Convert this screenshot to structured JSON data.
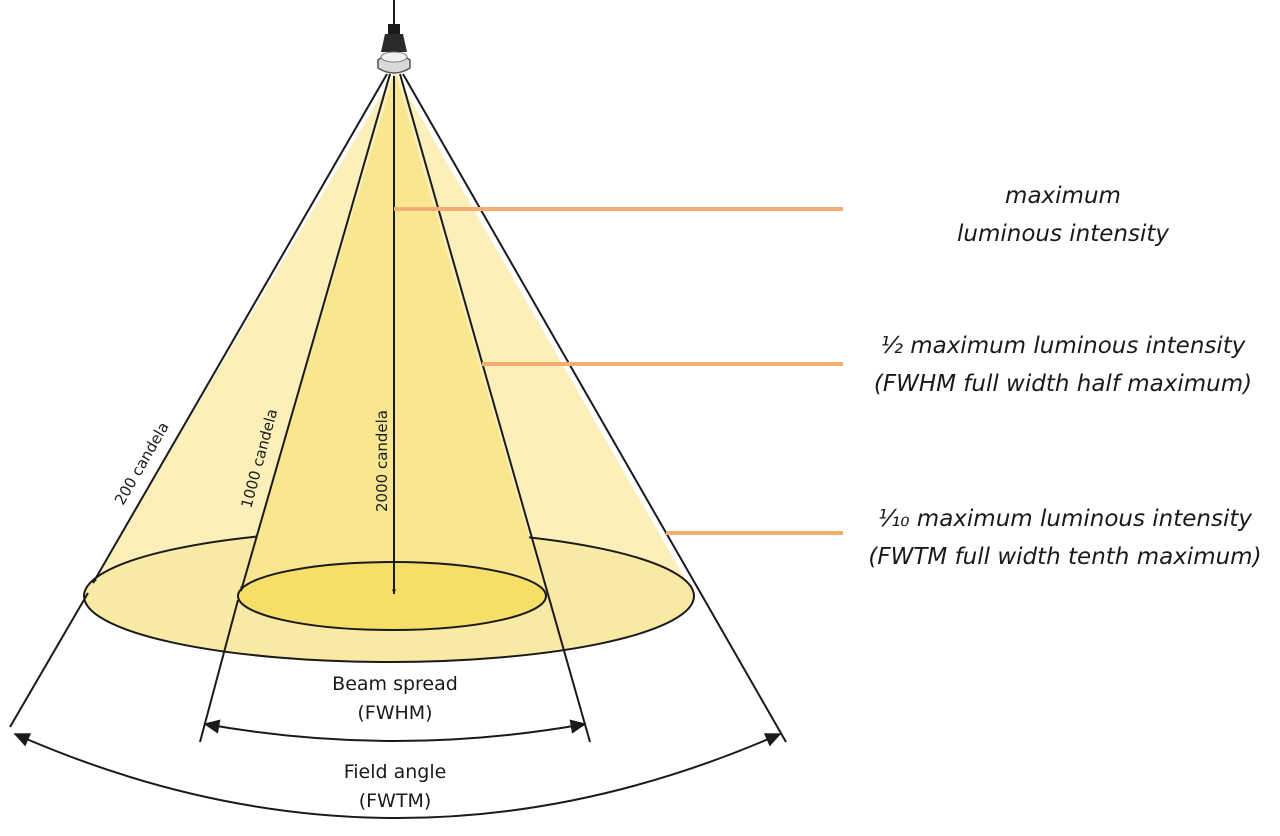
{
  "colors": {
    "outer_cone": "#fbf0b9",
    "mid_cone": "#f8e790",
    "inner_cone": "#f6e172",
    "outer_ellipse": "#f8e9a5",
    "inner_ellipse": "#f5df68",
    "leader": "#f4ae72",
    "line": "#1a1a1a"
  },
  "labels": {
    "max": {
      "line1": "maximum",
      "line2": "luminous intensity"
    },
    "half": {
      "line1": "½ maximum luminous intensity",
      "line2": "(FWHM full width half maximum)"
    },
    "tenth": {
      "line1": "⅒ maximum luminous intensity",
      "line2": "(FWTM full width tenth maximum)"
    }
  },
  "rays": {
    "outer": "200 candela",
    "mid": "1000 candela",
    "center": "2000 candela"
  },
  "beam_spread": {
    "line1": "Beam spread",
    "line2": "(FWHM)"
  },
  "field_angle": {
    "line1": "Field angle",
    "line2": "(FWTM)"
  },
  "icons": {
    "lamp": "light-bulb-icon"
  }
}
